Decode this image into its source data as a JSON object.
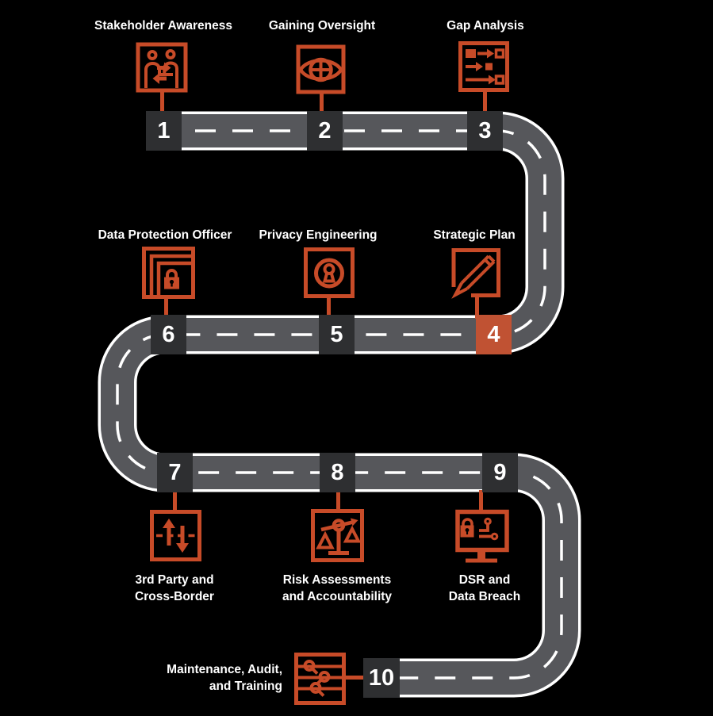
{
  "colors": {
    "background": "#000000",
    "road_fill": "#56575b",
    "road_casing": "#ffffff",
    "center_line": "#ffffff",
    "badge_dark": "#2e2f31",
    "badge_highlight": "#c05233",
    "icon_stroke": "#c74b28",
    "label_text": "#ffffff"
  },
  "milestones": [
    {
      "number": "1",
      "label_lines": [
        "Stakeholder Awareness"
      ],
      "icon": "handshake-exchange-icon"
    },
    {
      "number": "2",
      "label_lines": [
        "Gaining Oversight"
      ],
      "icon": "eye-oversight-icon"
    },
    {
      "number": "3",
      "label_lines": [
        "Gap Analysis"
      ],
      "icon": "gap-mapping-icon"
    },
    {
      "number": "4",
      "label_lines": [
        "Strategic Plan"
      ],
      "icon": "pencil-plan-icon",
      "highlighted": true
    },
    {
      "number": "5",
      "label_lines": [
        "Privacy Engineering"
      ],
      "icon": "keyhole-icon"
    },
    {
      "number": "6",
      "label_lines": [
        "Data Protection Officer"
      ],
      "icon": "layered-lock-icon"
    },
    {
      "number": "7",
      "label_lines": [
        "3rd Party and",
        "Cross-Border"
      ],
      "icon": "cross-border-arrows-icon"
    },
    {
      "number": "8",
      "label_lines": [
        "Risk Assessments",
        "and Accountability"
      ],
      "icon": "balance-scale-icon"
    },
    {
      "number": "9",
      "label_lines": [
        "DSR and",
        "Data Breach"
      ],
      "icon": "monitor-breach-icon"
    },
    {
      "number": "10",
      "label_lines": [
        "Maintenance, Audit,",
        "and Training"
      ],
      "icon": "audit-search-icon"
    }
  ]
}
